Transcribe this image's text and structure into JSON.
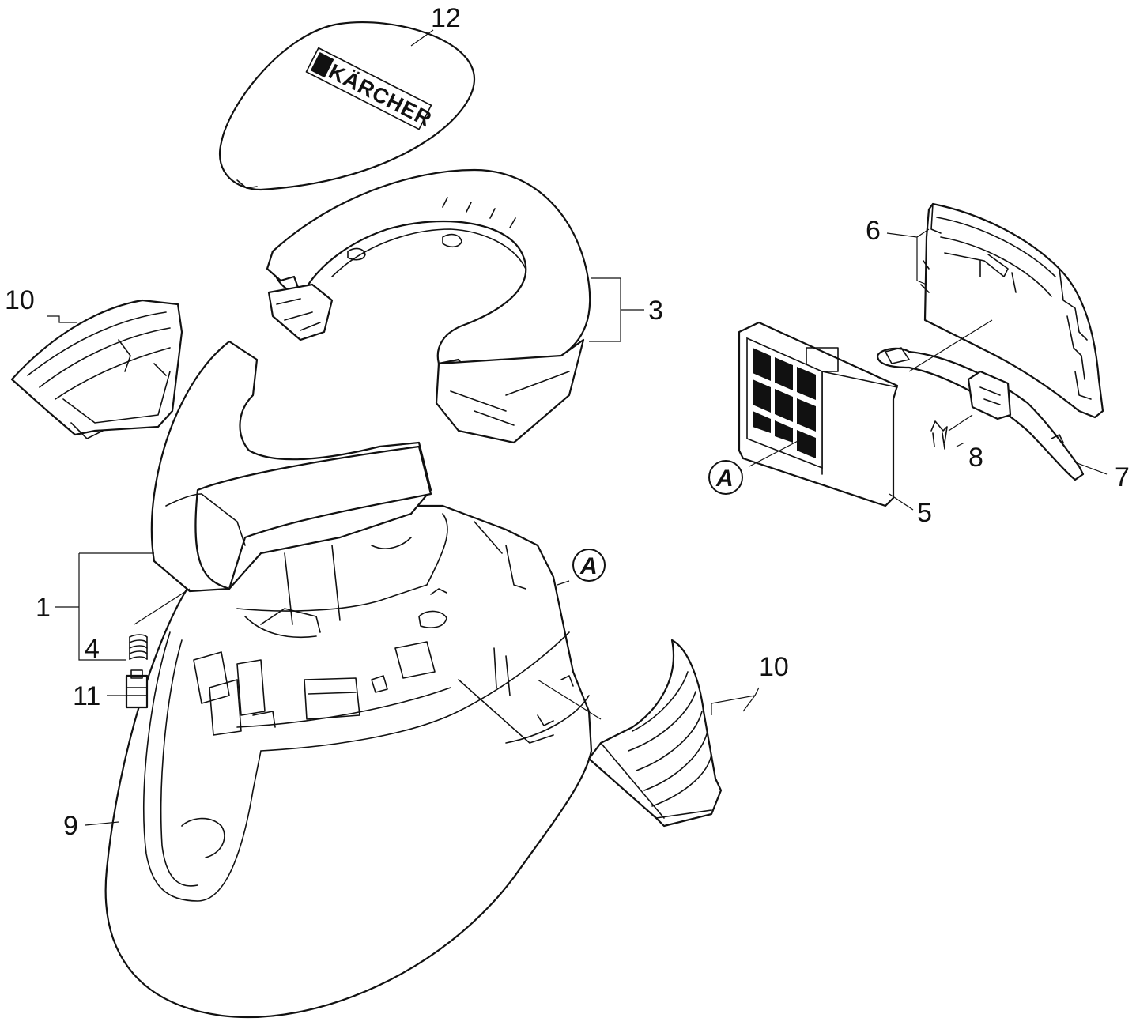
{
  "diagram": {
    "brand_logo_text": "KÄRCHER",
    "callouts": {
      "c12": "12",
      "c3": "3",
      "c6": "6",
      "c10_left": "10",
      "c10_right": "10",
      "c1": "1",
      "c4": "4",
      "c11": "11",
      "c9": "9",
      "c5": "5",
      "c7": "7",
      "c8": "8"
    },
    "reference_marks": {
      "ref_a_main": "A",
      "ref_a_filter": "A"
    }
  }
}
